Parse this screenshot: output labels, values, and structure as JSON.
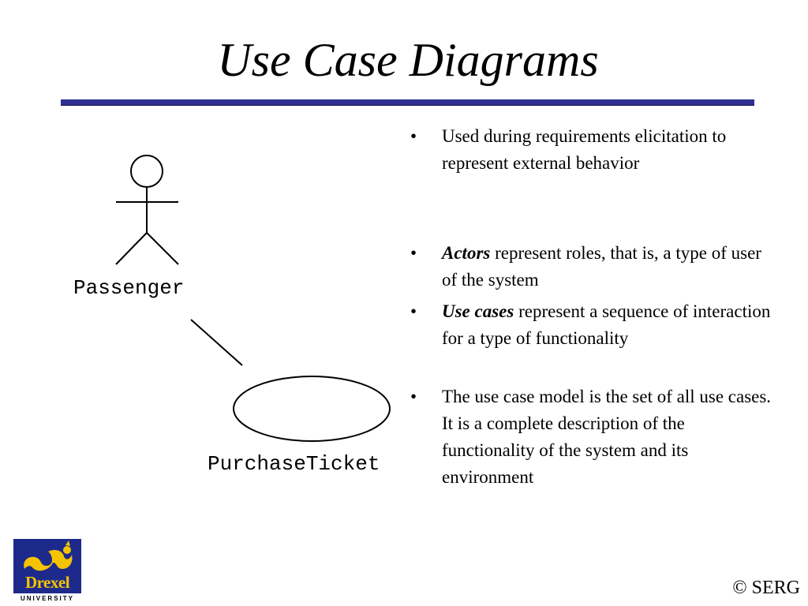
{
  "slide": {
    "title": "Use Case Diagrams",
    "accent_color": "#2e3192"
  },
  "diagram": {
    "actor": {
      "name": "Passenger",
      "icon": "stick-figure-actor-icon"
    },
    "use_case": {
      "name": "PurchaseTicket",
      "icon": "ellipse-use-case-icon"
    }
  },
  "bullets": [
    {
      "emphasis": "",
      "text": "Used during requirements elicitation to represent external behavior"
    },
    {
      "emphasis": "Actors",
      "text": " represent roles, that is, a type of user of the system"
    },
    {
      "emphasis": "Use cases",
      "text": " represent a sequence of interaction for a  type of functionality"
    },
    {
      "emphasis": "",
      "text": "The use case model is  the set of all use cases. It is a complete description of the functionality of the  system and its environment"
    }
  ],
  "footer": {
    "logo": {
      "word": "Drexel",
      "sub": "UNIVERSITY",
      "icon": "drexel-dragon-logo-icon"
    },
    "copyright": "© SERG"
  }
}
